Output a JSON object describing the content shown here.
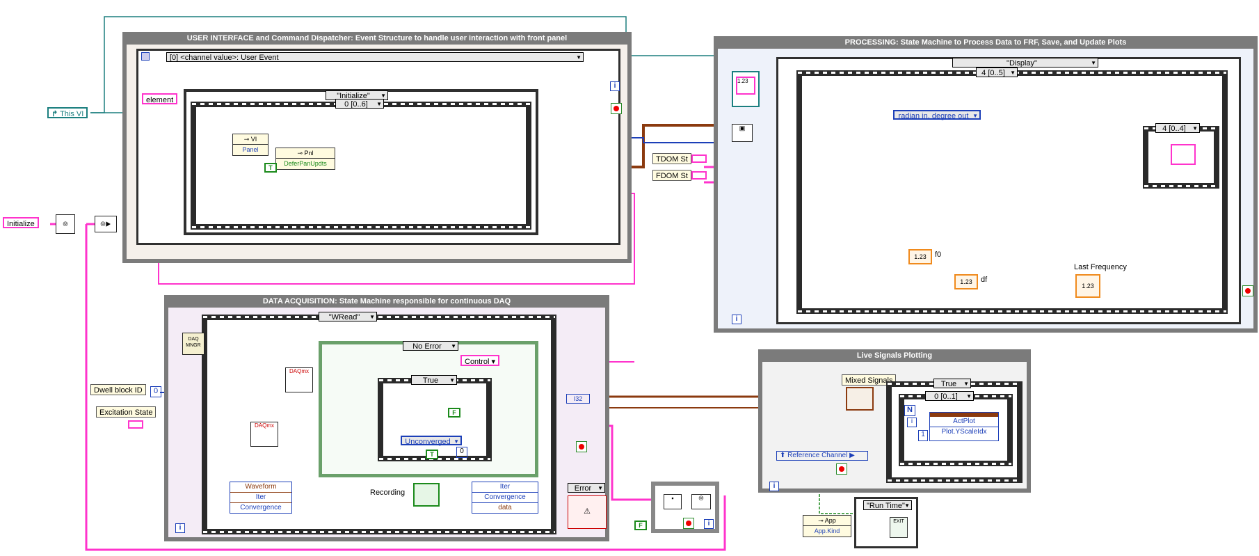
{
  "ui_panel": {
    "title": "USER INTERFACE and Command Dispatcher: Event Structure to handle user interaction with front panel",
    "event_case": "[0] <channel value>: User Event",
    "case_selector": "\"Initialize\"",
    "sequence_frame": "0 [0..6]",
    "element_label": "element",
    "vi_node": "VI",
    "panel_node": "Panel",
    "pnl_node": "Pnl",
    "defer_node": "DeferPanUpdts",
    "true_const": "T"
  },
  "this_vi": "This VI",
  "initialize_const": "Initialize",
  "processing": {
    "title": "PROCESSING: State Machine to Process Data to FRF, Save, and Update Plots",
    "case_selector": "\"Display\"",
    "sequence_frame": "4 [0..5]",
    "inner_sequence": "4 [0..4]",
    "radian_selector": "radian in, degree out",
    "tdom_label": "TDOM St",
    "fdom_label": "FDOM St",
    "f0_label": "f0",
    "df_label": "df",
    "last_frequency_label": "Last Frequency",
    "numeric_text": "1.23",
    "info_icon": "i"
  },
  "daq": {
    "title": "DATA ACQUISITION: State Machine responsible for continuous DAQ",
    "case_selector": "\"WRead\"",
    "error_case": "No Error",
    "true_case": "True",
    "unconverged_selector": "Unconverged",
    "zero_const": "0",
    "dwell_label": "Dwell block ID",
    "excitation_label": "Excitation State",
    "control_label": "Control",
    "recording_label": "Recording",
    "unbundle_items": [
      "Waveform",
      "Iter",
      "Convergence"
    ],
    "bundle_items": [
      "Iter",
      "Convergence",
      "data"
    ],
    "error_selector": "Error",
    "i32_label": "I32",
    "daq_mngr": "DAQ MNGR",
    "daqmx": "DAQmx",
    "f_const": "F",
    "t_const": "T"
  },
  "live": {
    "title": "Live Signals Plotting",
    "mixed_signals": "Mixed Signals",
    "case_selector": "True",
    "sequence_frame": "0 [0..1]",
    "loop_n": "N",
    "loop_i": "i",
    "actplot": "ActPlot",
    "plot_yscale": "Plot.YScaleIdx",
    "one_const": "1",
    "reference_channel": "Reference Channel",
    "run_time": "\"Run Time\"",
    "app_node": "App",
    "app_kind": "App.Kind",
    "exit_label": "EXIT"
  },
  "colors": {
    "panel_border": "#7b7b7b",
    "wire_pink": "#ff33cc",
    "wire_blue": "#1c3fb8",
    "wire_orange": "#f08a1c",
    "wire_brown": "#8b3a0f",
    "wire_green": "#1b8a1b",
    "wire_teal": "#1b7f7f",
    "wire_yellow": "#d8c000"
  }
}
